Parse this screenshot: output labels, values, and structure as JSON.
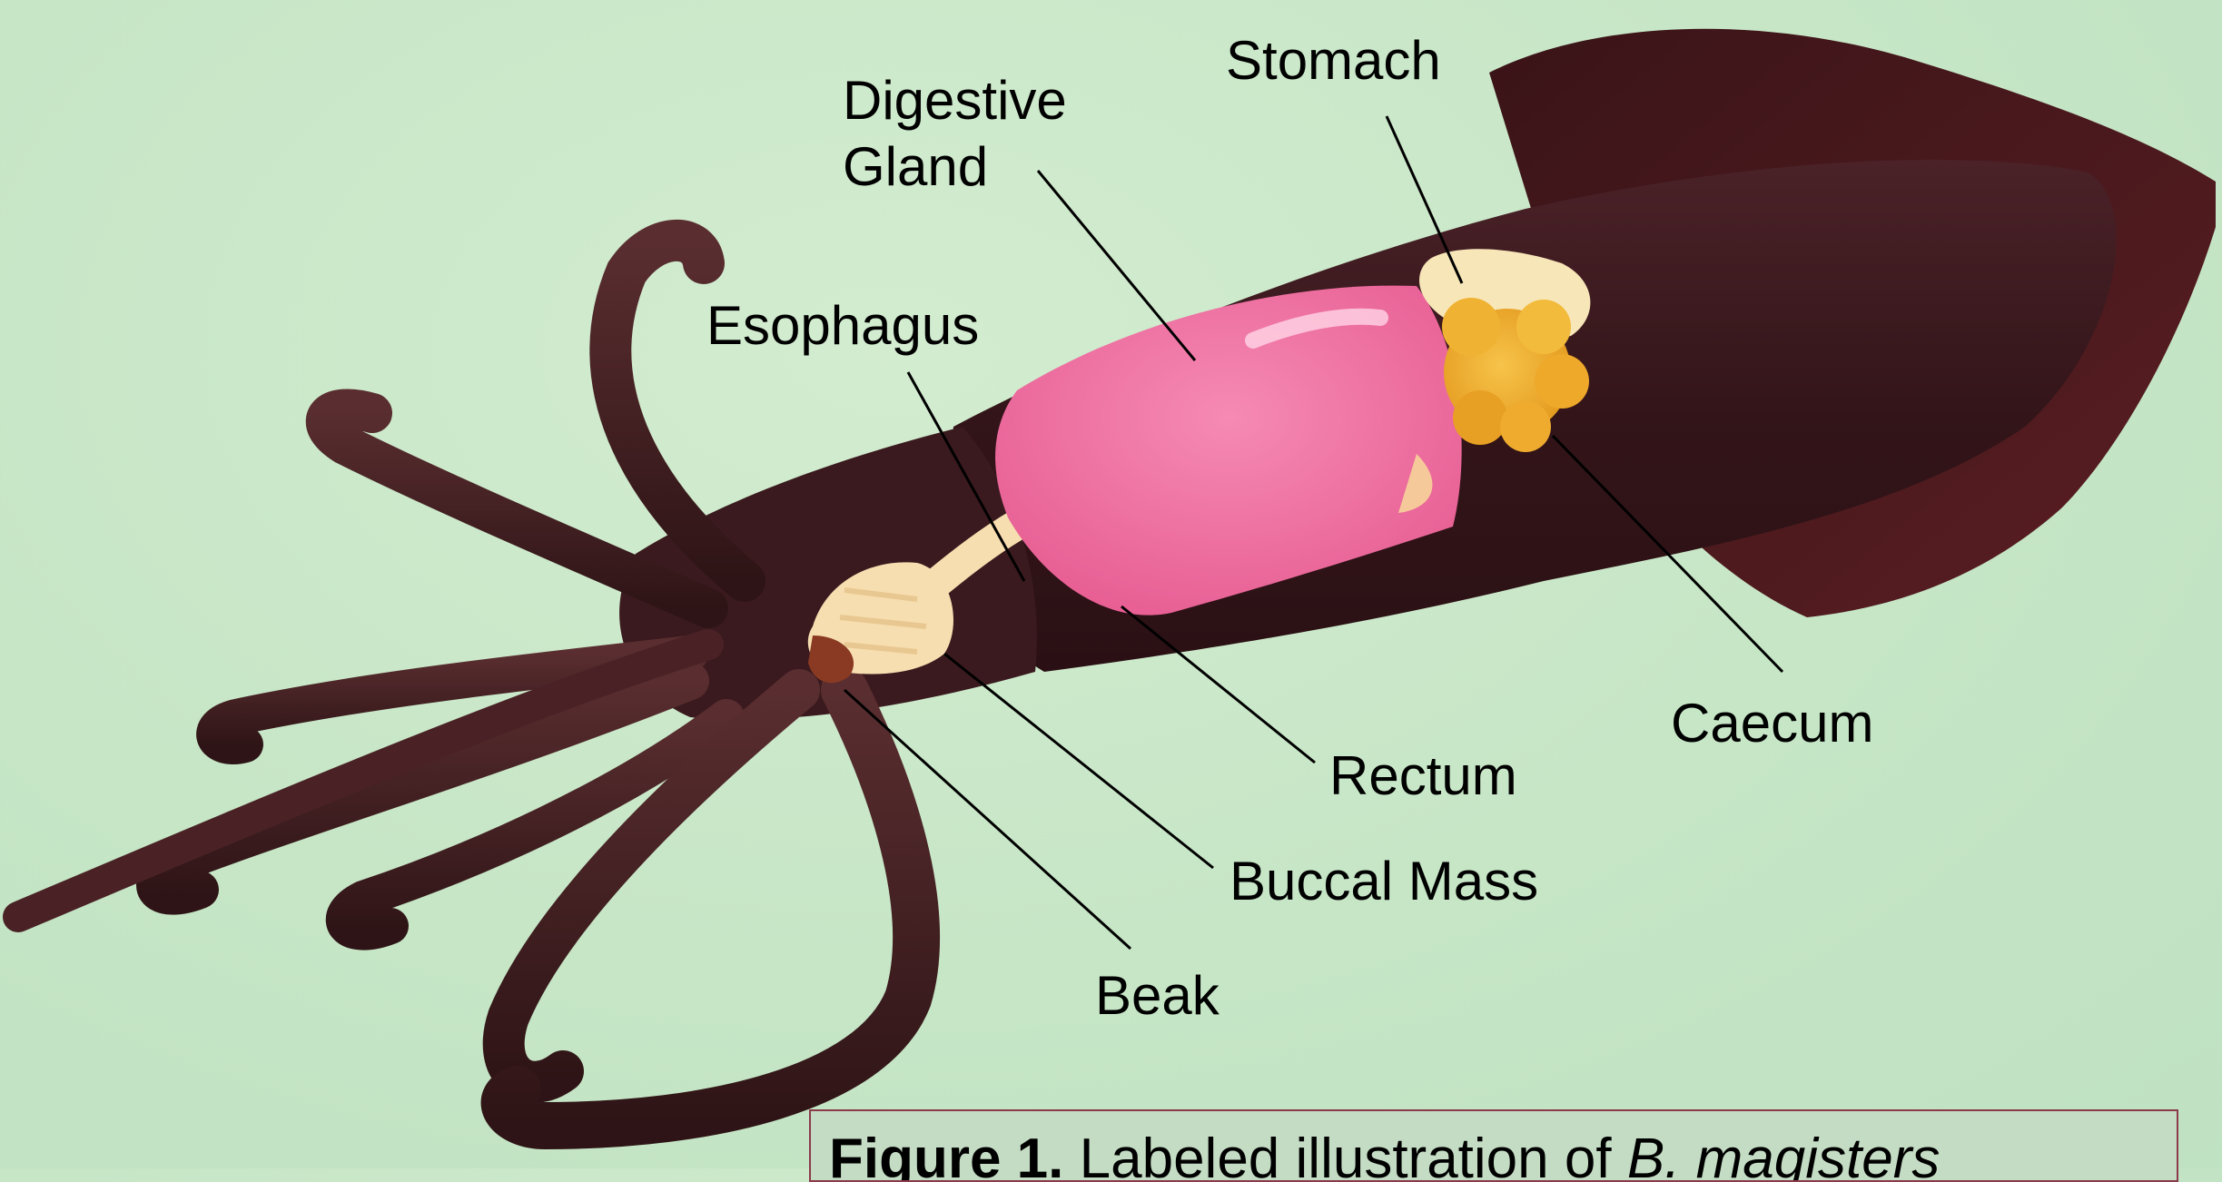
{
  "labels": {
    "stomach": "Stomach",
    "digestive_gland_line1": "Digestive",
    "digestive_gland_line2": "Gland",
    "esophagus": "Esophagus",
    "caecum": "Caecum",
    "rectum": "Rectum",
    "buccal_mass": "Buccal Mass",
    "beak": "Beak"
  },
  "caption": {
    "figure_label": "Figure 1.",
    "text": "Labeled illustration of",
    "species": "B. magisters"
  },
  "colors": {
    "background": "#c6e6c6",
    "squid_body": "#3a1a1e",
    "digestive_gland": "#ef6fa0",
    "stomach": "#f7e6b8",
    "caecum": "#f0b232",
    "buccal_mass": "#f6deb0",
    "beak": "#8a3a22",
    "leader_lines": "#000000"
  }
}
